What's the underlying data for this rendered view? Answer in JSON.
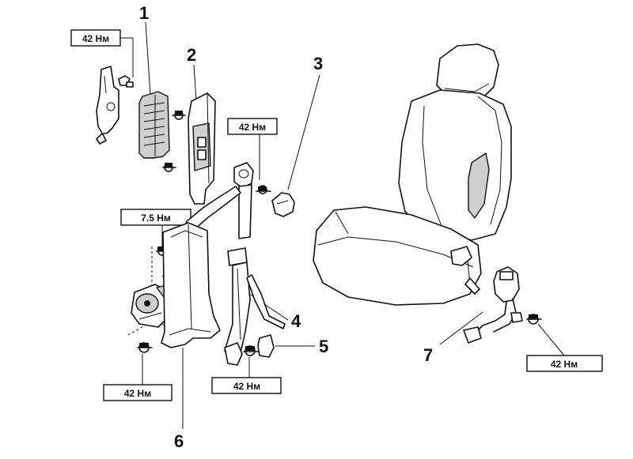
{
  "callouts": {
    "n1": "1",
    "n2": "2",
    "n3": "3",
    "n4": "4",
    "n5": "5",
    "n6": "6",
    "n7": "7"
  },
  "torques": {
    "t_top_left": "42 Нм",
    "t_mid_upper": "42 Нм",
    "t_mid_left": "7.5 Нм",
    "t_bottom_left": "42 Нм",
    "t_bottom_mid": "42 Нм",
    "t_right": "42 Нм"
  }
}
